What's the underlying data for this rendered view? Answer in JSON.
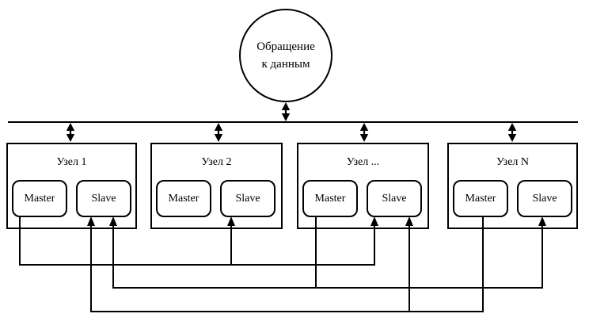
{
  "diagram": {
    "circle": {
      "line1": "Обращение",
      "line2": "к данным"
    },
    "nodes": [
      {
        "label": "Узел 1",
        "master_label": "Master",
        "slave_label": "Slave"
      },
      {
        "label": "Узел 2",
        "master_label": "Master",
        "slave_label": "Slave"
      },
      {
        "label": "Узел ...",
        "master_label": "Master",
        "slave_label": "Slave"
      },
      {
        "label": "Узел N",
        "master_label": "Master",
        "slave_label": "Slave"
      }
    ],
    "connections": [
      {
        "from": "node-1-master",
        "to": [
          "node-2-slave",
          "node-3-slave"
        ]
      },
      {
        "from": "node-3-master",
        "to": [
          "node-1-slave",
          "node-4-slave"
        ]
      },
      {
        "from": "node-4-master",
        "to": [
          "node-1-slave",
          "node-3-slave"
        ]
      }
    ],
    "bus": {
      "type": "shared-data-bus",
      "bidirectional_taps": 5
    },
    "colors": {
      "line": "#000000",
      "background": "#ffffff"
    }
  }
}
